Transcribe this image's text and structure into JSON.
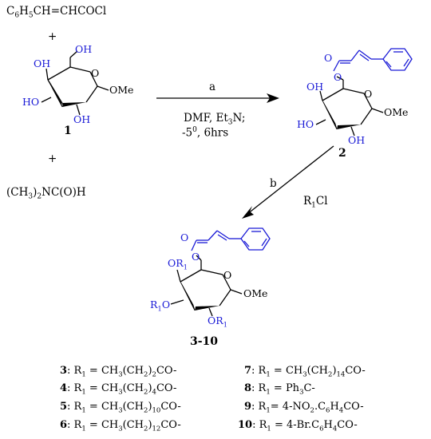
{
  "reagents": {
    "cinnamoyl_chloride": "C6H5CH=CHCOCl",
    "plus1": "+",
    "plus2": "+",
    "dmf_formula": "(CH3)2NC(O)H"
  },
  "step_a": {
    "label": "a",
    "conditions_line1": "DMF, Et3N;",
    "conditions_line2": "-5⁰, 6hrs"
  },
  "step_b": {
    "label": "b",
    "reagent": "R1Cl"
  },
  "compounds": {
    "c1": "1",
    "c2": "2",
    "c3_10": "3-10"
  },
  "atoms": {
    "OH": "OH",
    "HO": "HO",
    "O": "O",
    "OMe": "OMe",
    "OR1": "OR1",
    "R1O": "R1O"
  },
  "substituents": [
    {
      "num": "3",
      "text": "R1 = CH3(CH2)2CO-"
    },
    {
      "num": "4",
      "text": "R1 = CH3(CH2)4CO-"
    },
    {
      "num": "5",
      "text": "R1 = CH3(CH2)10CO-"
    },
    {
      "num": "6",
      "text": "R1 = CH3(CH2)12CO-"
    },
    {
      "num": "7",
      "text": "R1 = CH3(CH2)14CO-"
    },
    {
      "num": "8",
      "text": "R1 = Ph3C-"
    },
    {
      "num": "9",
      "text": "R1= 4-NO2.C6H4CO-"
    },
    {
      "num": "10",
      "text": "R1 = 4-Br.C6H4CO-"
    }
  ],
  "colors": {
    "highlight": "#1a1ad6",
    "ink": "#000000"
  }
}
